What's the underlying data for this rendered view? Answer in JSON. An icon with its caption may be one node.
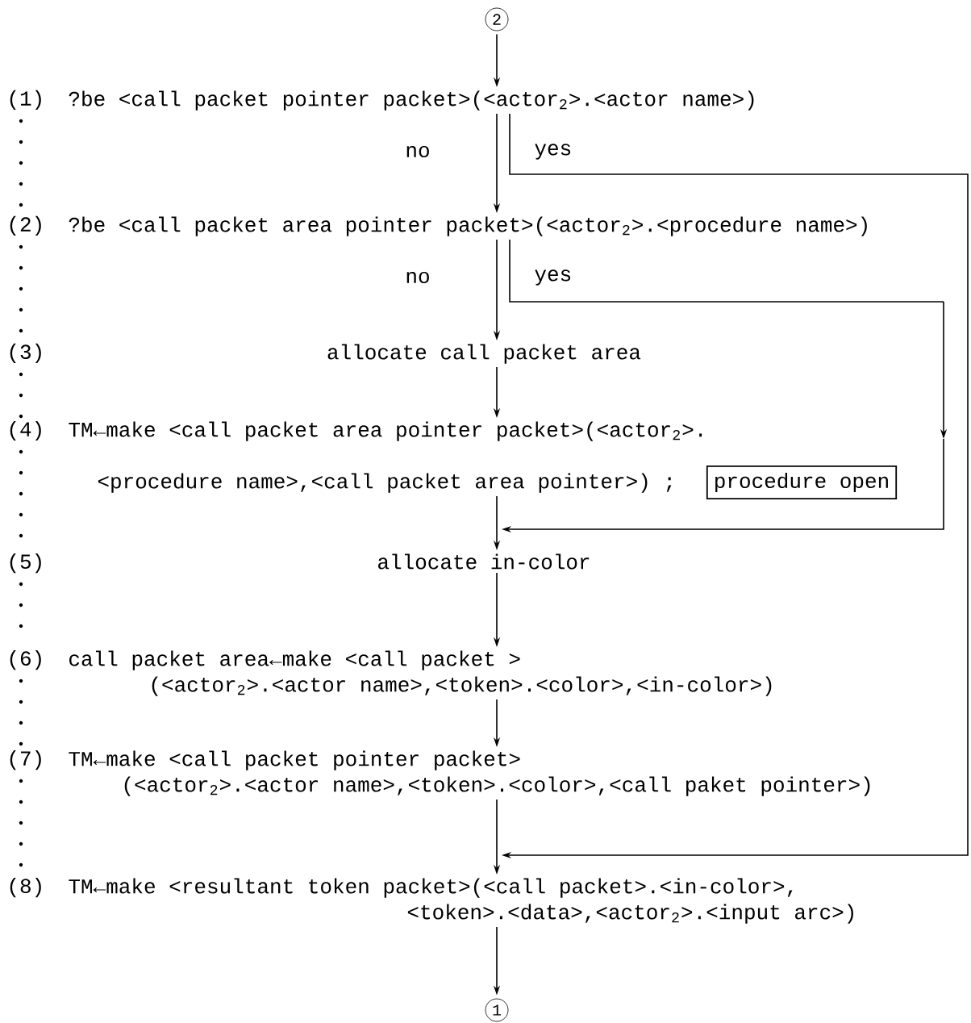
{
  "diagram": {
    "nodes": [
      {
        "text": [
          "2"
        ]
      },
      {
        "text": [
          "?be <call packet pointer packet>(<actor$_{2}$>.<actor name>)"
        ]
      },
      {
        "text": [
          "?be <call packet area pointer packet>(<actor$_{2}$>.<procedure name>)"
        ]
      },
      {
        "text": [
          "allocate call packet area"
        ]
      },
      {
        "text": [
          "TM←make <call packet area pointer packet>(<actor$_{2}$>. <procedure name>,<call packet area pointer>) ;"
        ]
      },
      {
        "text": [
          "procedure open"
        ]
      },
      {
        "text": [
          "allocate in-color"
        ]
      },
      {
        "text": [
          "call packet area←make <call packet > (<actor$_{2}$>.<actor name>,<token>.<color>,<in-color>)"
        ]
      },
      {
        "text": [
          "TM←make <call packet pointer packet> (<actor$_{2}$>.<actor name>,<token>.<color>,<call paket pointer>)"
        ]
      },
      {
        "text": [
          "TM←make <resultant token packet>(<call packet>.<in-color>, <token>.<data>,<actor$_{2}$>.<input arc>)"
        ]
      },
      {
        "text": [
          "1"
        ]
      }
    ],
    "labels": [
      "(1)",
      "(2)",
      "(3)",
      "(4)",
      "(5)",
      "(6)",
      "(7)",
      "(8)"
    ],
    "edges": [
      {
        "from": 0,
        "to": 1,
        "arrow": "to"
      },
      {
        "from": 1,
        "to": 2,
        "arrow": "to",
        "label": "no"
      },
      {
        "from": 1,
        "to": 9,
        "arrow": "to",
        "label": "yes"
      },
      {
        "from": 2,
        "to": 3,
        "arrow": "to",
        "label": "no"
      },
      {
        "from": 2,
        "to": 6,
        "arrow": "to",
        "label": "yes"
      },
      {
        "from": 3,
        "to": 4,
        "arrow": "to"
      },
      {
        "from": 4,
        "to": 6,
        "arrow": "to"
      },
      {
        "from": 6,
        "to": 7,
        "arrow": "to"
      },
      {
        "from": 7,
        "to": 8,
        "arrow": "to"
      },
      {
        "from": 8,
        "to": 9,
        "arrow": "to"
      },
      {
        "from": 9,
        "to": 10,
        "arrow": "to"
      }
    ]
  }
}
